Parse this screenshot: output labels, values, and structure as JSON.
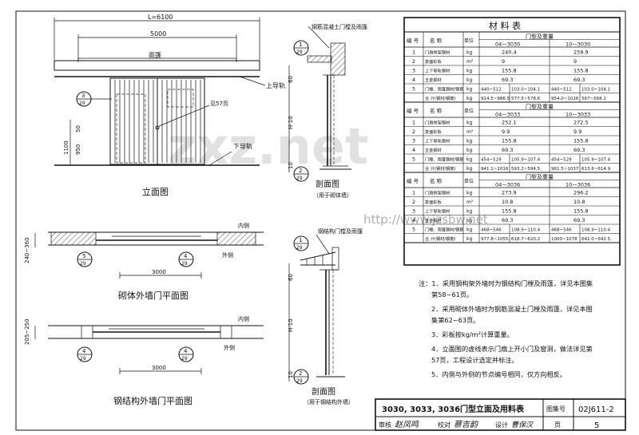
{
  "watermark": {
    "brand": "zxz.net",
    "url": "http://www.jzsbw.net"
  },
  "elevation": {
    "overall_dim": "L=6100",
    "opening_dim": "5000",
    "canopy": "雨篷",
    "top_rail": "上导轨",
    "bottom_rail": "下导轨",
    "lock": "见57页",
    "dim_h1": "50",
    "dim_h2": "1100",
    "dim_h3": "950",
    "bubble_num": "3",
    "bubble_page": "29",
    "caption": "立面图"
  },
  "section1": {
    "label": "钢筋混凝土门樘及雨篷",
    "dim_top": "60",
    "dim_h": "H-10",
    "dim_bottom": "10",
    "bubble_top_num": "1",
    "bubble_top_page": "29",
    "bubble_bot_num": "2",
    "bubble_bot_page": "29",
    "caption": "剖面图",
    "subcaption": "（用于砌体墙）"
  },
  "plan1": {
    "dim_side": "240~360",
    "inner": "内侧",
    "outer": "外侧",
    "width": "3000",
    "bubble_l_num": "5",
    "bubble_l_page": "29",
    "bubble_r_num": "4",
    "bubble_r_page": "29",
    "caption": "砌体外墙门平面图"
  },
  "section2": {
    "label": "钢结构门樘及雨篷",
    "dim_top": "60",
    "dim_h": "H-10",
    "dim_bottom": "10",
    "bubble_top_num": "1",
    "bubble_top_page": "29",
    "bubble_bot_num": "2",
    "bubble_bot_page": "29",
    "caption": "剖面图",
    "subcaption": "（用于钢结构外墙）"
  },
  "plan2": {
    "dim_side": "205~250",
    "inner": "内侧",
    "outer": "外侧",
    "width": "3000",
    "bubble_l_num": "4",
    "bubble_l_page": "29",
    "bubble_r_num": "4",
    "bubble_r_page": "29",
    "caption": "钢结构外墙门平面图"
  },
  "materials_table": {
    "title": "材 料 表",
    "col_no": "编 号",
    "col_name": "名   称",
    "col_unit": "单位",
    "groups": [
      {
        "header": "门型及重量",
        "types": [
          "04—3030",
          "10—3030"
        ],
        "rows": [
          {
            "no": "1",
            "name": "门扇骨架钢材",
            "unit": "kg",
            "v1": "240.4",
            "v2": "259.9"
          },
          {
            "no": "2",
            "name": "复面彩板",
            "unit": "m²",
            "v1": "9",
            "v2": "9"
          },
          {
            "no": "3",
            "name": "上下导轨钢材",
            "unit": "kg",
            "v1": "155.8",
            "v2": "155.8"
          },
          {
            "no": "4",
            "name": "五金钢材",
            "unit": "kg",
            "v1": "69.3",
            "v2": "69.3"
          },
          {
            "no": "5",
            "name": "门樘、雨篷钢材/钢筋",
            "unit": "kg",
            "v1a": "440~512",
            "v1b": "103.0~104.1",
            "v2a": "440~512",
            "v2b": "103.0~104.1"
          },
          {
            "no": "",
            "name": "合 计(钢材/钢筋)",
            "unit": "kg",
            "v1a": "914.5~986.5",
            "v1b": "577.5~578.6",
            "v2a": "954.0~1026",
            "v2b": "567~568.1"
          }
        ]
      },
      {
        "header": "门型及重量",
        "types": [
          "04—3033",
          "10—3033"
        ],
        "rows": [
          {
            "no": "1",
            "name": "门扇骨架钢材",
            "unit": "kg",
            "v1": "252.1",
            "v2": "272.5"
          },
          {
            "no": "2",
            "name": "复面彩板",
            "unit": "m²",
            "v1": "9.9",
            "v2": "9.9"
          },
          {
            "no": "3",
            "name": "上下导轨钢材",
            "unit": "kg",
            "v1": "155.8",
            "v2": "155.8"
          },
          {
            "no": "4",
            "name": "五金钢材",
            "unit": "kg",
            "v1": "69.3",
            "v2": "69.3"
          },
          {
            "no": "5",
            "name": "门樘、雨篷钢材/钢筋",
            "unit": "kg",
            "v1a": "454~529",
            "v1b": "105.9~107.4",
            "v2a": "454~529",
            "v2b": "105.9~107.4"
          },
          {
            "no": "",
            "name": "合 计(钢材/钢筋)",
            "unit": "kg",
            "v1a": "941.1~1016",
            "v1b": "593.2~594.5",
            "v2a": "961.5~1037",
            "v2b": "613.6~614.9"
          }
        ]
      },
      {
        "header": "门型及重量",
        "types": [
          "04—3036",
          "10—3036"
        ],
        "rows": [
          {
            "no": "1",
            "name": "门扇骨架钢材",
            "unit": "kg",
            "v1": "273.9",
            "v2": "296.2"
          },
          {
            "no": "2",
            "name": "复面彩板",
            "unit": "m²",
            "v1": "10.8",
            "v2": "10.8"
          },
          {
            "no": "3",
            "name": "上下导轨钢材",
            "unit": "kg",
            "v1": "155.8",
            "v2": "155.8"
          },
          {
            "no": "4",
            "name": "五金钢材",
            "unit": "kg",
            "v1": "69.3",
            "v2": "69.3"
          },
          {
            "no": "5",
            "name": "门樘、雨篷钢材/钢筋",
            "unit": "kg",
            "v1a": "468~546",
            "v1b": "108.9~110.4",
            "v2a": "468~546",
            "v2b": "108.9~110.4"
          },
          {
            "no": "",
            "name": "合 计(钢材/钢筋)",
            "unit": "kg",
            "v1a": "977.8~1055",
            "v1b": "618.7~620.2",
            "v2a": "1000~1078",
            "v2b": "641.0~642.5"
          }
        ]
      }
    ]
  },
  "notes": [
    "注：1．采用钢构架外墙时为钢结构门樘及雨篷，详见本图集",
    "第58~61页。",
    "2．采用砌体外墙时为钢筋混凝土门樘及雨篷，详见本图",
    "集第62~63页。",
    "3．彩板按kg/m²计算重量。",
    "4．立面图的虚线表示门扇上开小门及窗洞，做法详见第",
    "57页，工程设计选定并标注。",
    "5．内侧与外侧的节点编号相同，仅方向相反。"
  ],
  "title_block": {
    "title": "3030, 3033, 3036门型立面及用料表",
    "atlas_label": "图集号",
    "atlas_no": "02J611-2",
    "review_label": "审核",
    "review_sig": "赵凤鸣",
    "check_label": "校对",
    "check_sig": "蔡吉韵",
    "design_label": "设计",
    "design_sig": "曹保汉",
    "page_label": "页",
    "page_no": "5"
  }
}
